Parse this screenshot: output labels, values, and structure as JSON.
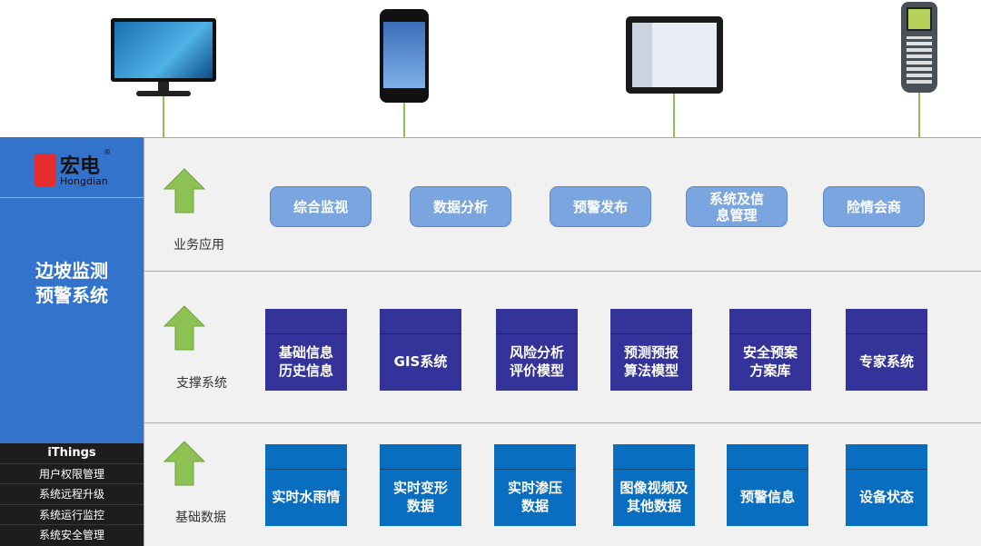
{
  "logo": {
    "cn": "宏电",
    "en": "Hongdian",
    "reg": "®"
  },
  "system_title": [
    "边坡监测",
    "预警系统"
  ],
  "ithings": {
    "title": "iThings",
    "items": [
      "用户权限管理",
      "系统远程升级",
      "系统运行监控",
      "系统安全管理"
    ]
  },
  "layers": [
    {
      "label": "业务应用",
      "items": [
        "综合监视",
        "数据分析",
        "预警发布",
        "系统及信息管理",
        "险情会商"
      ]
    },
    {
      "label": "支撑系统",
      "items": [
        "基础信息历史信息",
        "GIS系统",
        "风险分析评价模型",
        "预测预报算法模型",
        "安全预案方案库",
        "专家系统"
      ]
    },
    {
      "label": "基础数据",
      "items": [
        "实时水雨情",
        "实时变形数据",
        "实时渗压数据",
        "图像视频及其他数据",
        "预警信息",
        "设备状态"
      ]
    }
  ],
  "devices": [
    "monitor-icon",
    "smartphone-icon",
    "tablet-icon",
    "handheld-terminal-icon"
  ],
  "colors": {
    "sidebar": "#3373cc",
    "app_button": "#7ba5df",
    "support_box": "#34339a",
    "data_box": "#0a6ec0",
    "arrow": "#8dc153"
  }
}
